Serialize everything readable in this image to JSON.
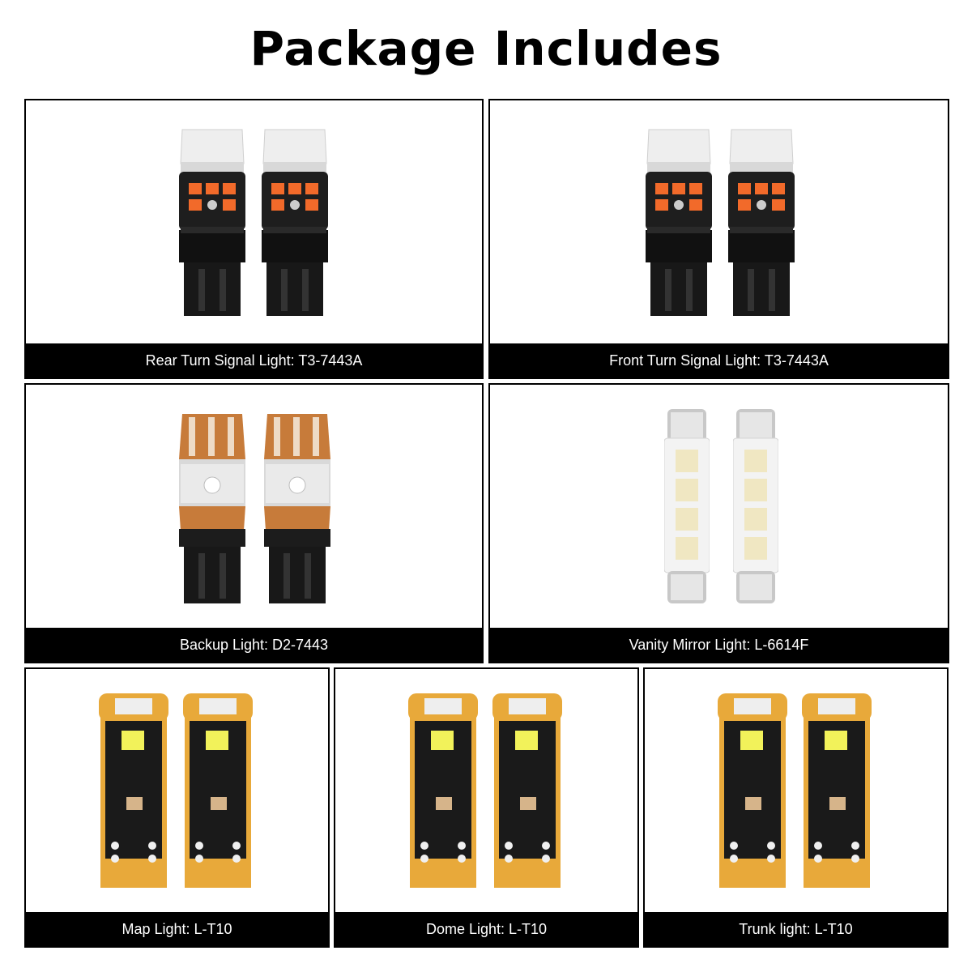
{
  "title": "Package Includes",
  "cards": [
    {
      "label": "Rear Turn Signal Light: T3-7443A",
      "icon": "turn-signal-bulb-icon"
    },
    {
      "label": "Front Turn Signal Light: T3-7443A",
      "icon": "turn-signal-bulb-icon"
    },
    {
      "label": "Backup Light: D2-7443",
      "icon": "backup-bulb-icon"
    },
    {
      "label": "Vanity Mirror Light: L-6614F",
      "icon": "festoon-bulb-icon"
    },
    {
      "label": "Map Light: L-T10",
      "icon": "t10-bulb-icon"
    },
    {
      "label": "Dome Light: L-T10",
      "icon": "t10-bulb-icon"
    },
    {
      "label": "Trunk light: L-T10",
      "icon": "t10-bulb-icon"
    }
  ],
  "colors": {
    "caption_bg": "#000000",
    "caption_text": "#ffffff",
    "amber_led": "#f26a2a",
    "pcb_gold": "#e8a93a"
  }
}
